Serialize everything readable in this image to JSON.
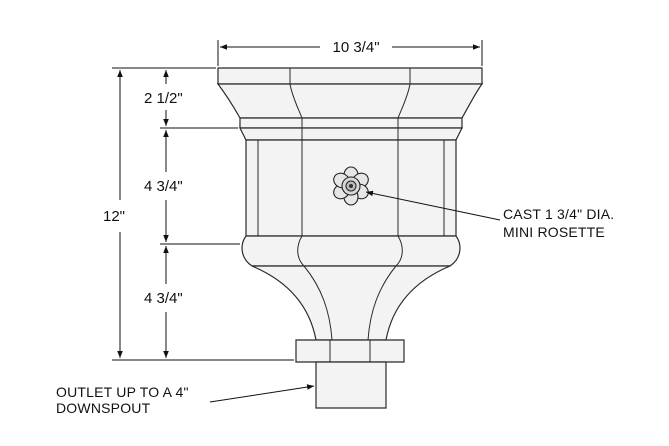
{
  "dimensions": {
    "overall_width": "10 3/4\"",
    "top_band": "2 1/2\"",
    "middle_section": "4 3/4\"",
    "lower_section": "4 3/4\"",
    "total_height": "12\""
  },
  "notes": {
    "rosette_line1": "CAST 1 3/4\" DIA.",
    "rosette_line2": "MINI ROSETTE",
    "outlet_line1": "OUTLET UP TO A 4\"",
    "outlet_line2": "DOWNSPOUT"
  },
  "colors": {
    "line": "#2a2a2a",
    "fill": "#f2f2f2",
    "background": "#ffffff"
  }
}
